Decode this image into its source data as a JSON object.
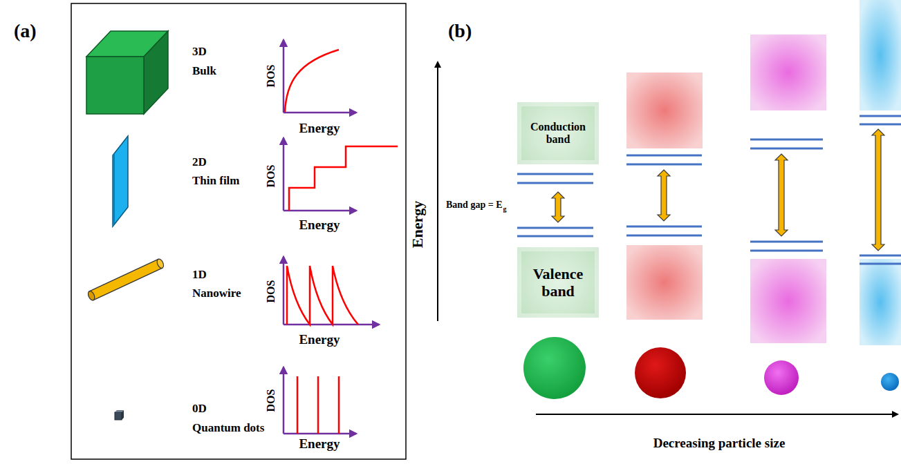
{
  "diagram": {
    "nodes": [
      {
        "text": [
          "Conduction band"
        ]
      },
      {
        "text": [
          "Valence band"
        ]
      }
    ],
    "labels": [
      "(a)",
      "3D",
      "Bulk",
      "DOS",
      "Energy",
      "2D",
      "Thin film",
      "DOS",
      "Energy",
      "1D",
      "Nanowire",
      "DOS",
      "Energy",
      "0D",
      "Quantum dots",
      "DOS",
      "Energy",
      "(b)",
      "Energy",
      "Band gap = E",
      "g",
      "Decreasing particle size"
    ]
  }
}
